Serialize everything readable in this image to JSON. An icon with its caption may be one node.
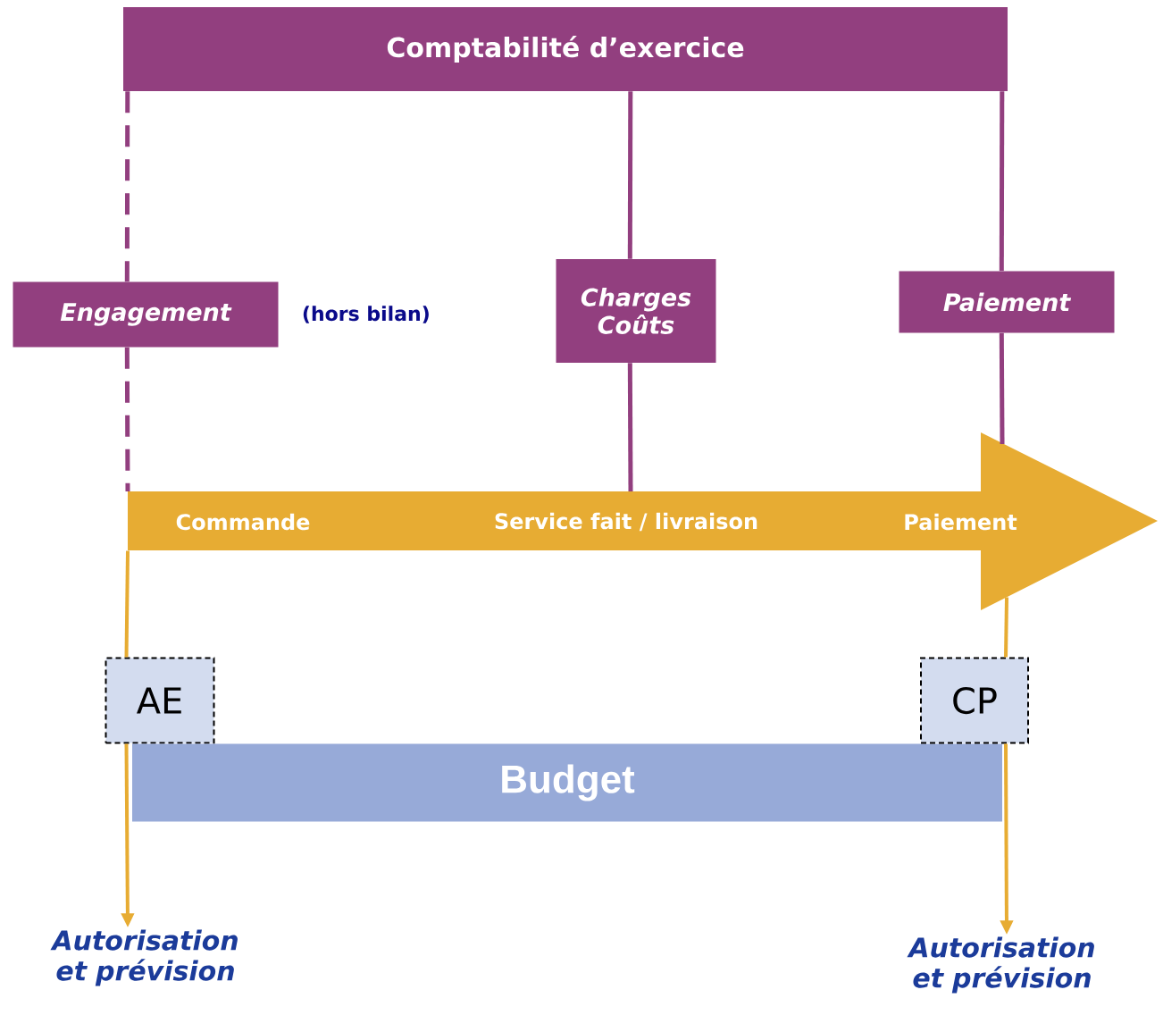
{
  "diagram": {
    "nodes": [
      {
        "text": [
          "Comptabilité d’exercice"
        ]
      },
      {
        "text": [
          "Engagement"
        ],
        "beside": [
          "(hors bilan)"
        ]
      },
      {
        "text": [
          "Charges Coûts"
        ]
      },
      {
        "text": [
          "Paiement"
        ]
      },
      {
        "text": [
          "Commande",
          "Service fait / livraison",
          "Paiement"
        ]
      },
      {
        "text": [
          "AE"
        ]
      },
      {
        "text": [
          "Budget"
        ]
      },
      {
        "text": [
          "CP"
        ]
      },
      {
        "text": [
          "Autorisation et prévision"
        ]
      },
      {
        "text": [
          "Autorisation et prévision"
        ]
      }
    ],
    "edges": [
      {
        "from": 0,
        "to": 1,
        "arrow": "none",
        "style": "dashed"
      },
      {
        "from": 1,
        "to": 4,
        "arrow": "none",
        "style": "dashed"
      },
      {
        "from": 0,
        "to": 2,
        "arrow": "none"
      },
      {
        "from": 2,
        "to": 4,
        "arrow": "none"
      },
      {
        "from": 0,
        "to": 3,
        "arrow": "none"
      },
      {
        "from": 3,
        "to": 4,
        "arrow": "none"
      },
      {
        "from": 4,
        "to": 5,
        "arrow": "none",
        "color": "#e7ac33"
      },
      {
        "from": 5,
        "to": 8,
        "arrow": "to",
        "color": "#e7ac33"
      },
      {
        "from": 4,
        "to": 7,
        "arrow": "none",
        "color": "#e7ac33"
      },
      {
        "from": 7,
        "to": 9,
        "arrow": "to",
        "color": "#e7ac33"
      }
    ]
  }
}
